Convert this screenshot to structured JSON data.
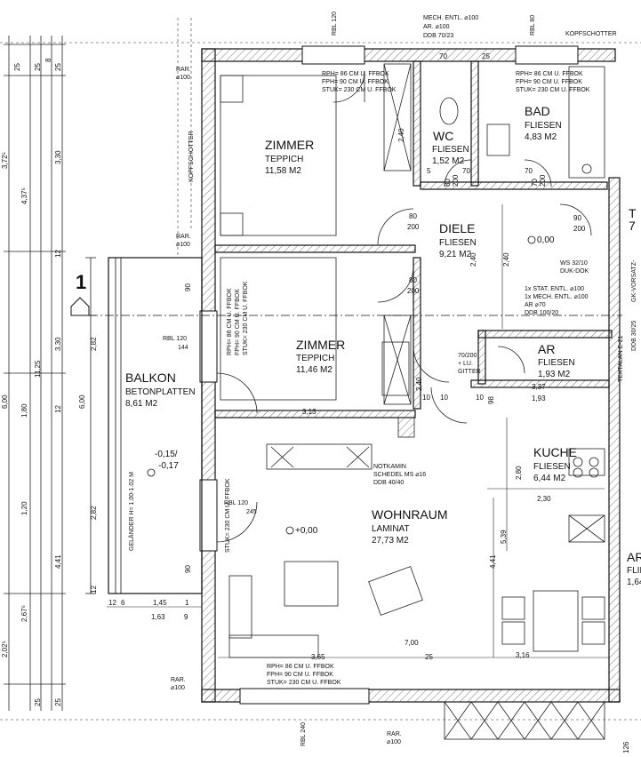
{
  "rooms": [
    {
      "name": "ZIMMER",
      "floor": "TEPPICH",
      "area": "11,58 M2"
    },
    {
      "name": "ZIMMER",
      "floor": "TEPPICH",
      "area": "11,46 M2"
    },
    {
      "name": "DIELE",
      "floor": "FLIESEN",
      "area": "9,21 M2"
    },
    {
      "name": "WC",
      "floor": "FLIESEN",
      "area": "1,52 M2"
    },
    {
      "name": "BAD",
      "floor": "FLIESEN",
      "area": "4,83 M2"
    },
    {
      "name": "AR",
      "floor": "FLIESEN",
      "area": "1,93 M2"
    },
    {
      "name": "KUCHE",
      "floor": "FLIESEN",
      "area": "6,44 M2"
    },
    {
      "name": "WOHNRAUM",
      "floor": "LAMINAT",
      "area": "27,73 M2"
    },
    {
      "name": "BALKON",
      "floor": "BETONPLATTEN",
      "area": "8,61 M2"
    }
  ],
  "partial_right": {
    "ar": "AR",
    "fl": "FLIE",
    "area": "1,64",
    "t": "T",
    "seven": "7"
  },
  "notes": {
    "rph1": "RPH= 86 CM U. FFBOK",
    "fph1": "FPH= 90 CM U. FFBOK",
    "stuk1": "STUK= 230 CM U. FFBOK",
    "rph2": "RPH= 86 CM U. FFBOK",
    "fph2": "FPH= 90 CM U. FFBOK",
    "stuk2": "STUK= 230 CM U. FFBOK",
    "stuk3": "STUK= 230 CM U. FFBOK",
    "rph_bad": "RPH= 86 CM U. FFBOK",
    "fph_bad": "FPH= 90 CM U. FFBOK",
    "stuk_bad": "STUK= 230 CM U. FFBOK",
    "mech_top": "MECH. ENTL. ⌀100",
    "ar_top": "AR. ⌀100",
    "ddb_top": "DDB 70/23",
    "kopfschotter_top": "KOPFSCHOTTER",
    "kopfschotter_side": "KOPFSCHOTTER",
    "rar1": "RAR.",
    "rar1b": "⌀100",
    "rar2": "RAR.",
    "rar2b": "⌀100",
    "rar3": "RAR.",
    "rar3b": "⌀100",
    "rar4": "RAR.",
    "rar4b": "⌀100",
    "ws": "WS 32/10",
    "duk": "DUK-DOK",
    "stat": "1x STAT. ENTL. ⌀100",
    "mech": "1x MECH. ENTL. ⌀100",
    "ar70": "AR ⌀70",
    "ddb100": "DDB 100/20",
    "gitter1": "70/200",
    "gitter2": "+ LU.",
    "gitter3": "GITTER",
    "notkamin": "NOTKAMIN",
    "schedel": "SCHEDEL MS ⌀16",
    "ddb40": "DDB 40/40",
    "gelaender": "GELÄNDER H= 1.00-1.02 M",
    "lvl_diele": "0,00",
    "lvl_wohn": "+0,00",
    "lvl_balkon1": "-0,15/",
    "lvl_balkon2": "-0,17",
    "section": "1",
    "tektalan": "TEKTALAN E-21",
    "ddb_side": "DDB 30/25",
    "gk": "GK-VORSATZ-",
    "rbl120": "RBL 120",
    "rbl144": "144",
    "rbl120b": "RBL 120",
    "rbl245": "245",
    "rbl_top": "RBL 120",
    "rbl_top2": "RBL 80",
    "rbl_bot": "RBL 240"
  },
  "dims": {
    "d_25a": "25",
    "d_25b": "25",
    "d_8": "8",
    "d_25c": "25",
    "d_372": "3,72⁵",
    "d_437": "4,37⁵",
    "d_330": "3,30",
    "d_330b": "3,30",
    "d_1125": "11,25",
    "d_600": "6,00",
    "d_600b": "6,00",
    "d_180": "1,80",
    "d_120": "1,20",
    "d_441": "4,41",
    "d_267": "2,67⁵",
    "d_202": "2,02⁵",
    "d_25d": "25",
    "d_25e": "25",
    "d_12a": "12",
    "d_12b": "12",
    "d_12c": "12",
    "d_90": "90",
    "d_282": "2,82",
    "d_282b": "2,82",
    "d_90b": "90",
    "d_6": "6",
    "d_145": "1,45",
    "d_1": "1",
    "d_163": "1,63",
    "d_9": "9",
    "d_12d": "12",
    "d_313": "3,13",
    "d_337": "3,37",
    "d_193": "1,93",
    "d_230": "2,30",
    "d_280": "2,80",
    "d_539": "5,39",
    "d_441b": "4,41",
    "d_700": "7,00",
    "d_316": "3,16",
    "d_25f": "25",
    "d_365": "3,65",
    "d_70": "70",
    "d_25g": "25",
    "d_70b": "70",
    "d_70c": "70",
    "d_5": "5",
    "d_10a": "10",
    "d_10b": "10",
    "d_10c": "10",
    "d_80a": "80",
    "d_200a": "200",
    "d_80b": "200",
    "d_80c": "80",
    "d_200b": "200",
    "d_90c": "90",
    "d_200c": "200",
    "d_240": "2,40",
    "d_240b": "2,40",
    "d_240c": "2,40",
    "d_240d": "2,40",
    "d_80d": "80",
    "d_200d": "200",
    "d_70e": "70",
    "d_200e": "200",
    "d_98": "98",
    "d_6b": "6",
    "d_126": "126"
  }
}
